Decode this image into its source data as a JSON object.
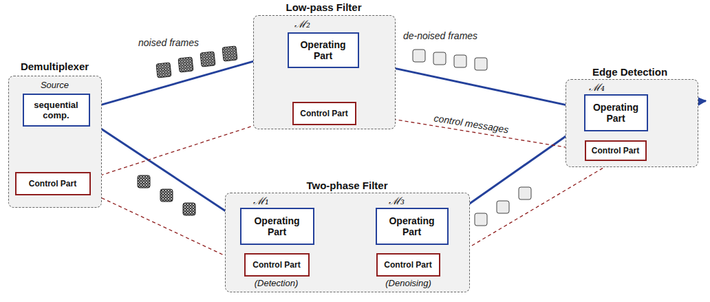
{
  "diagram": {
    "nodes": [
      {
        "text": [
          "Demultiplexer",
          "Source"
        ]
      },
      {
        "text": [
          "sequential comp."
        ],
        "in": 0
      },
      {
        "text": [
          "Control Part"
        ],
        "in": 0
      },
      {
        "text": [
          "Low-pass Filter",
          "ℳ₂"
        ]
      },
      {
        "text": [
          "Operating Part"
        ],
        "in": 3
      },
      {
        "text": [
          "Control Part"
        ],
        "in": 3
      },
      {
        "text": [
          "Two-phase Filter",
          "ℳ₁",
          "ℳ₃",
          "(Detection)",
          "(Denoising)"
        ]
      },
      {
        "text": [
          "Operating Part"
        ],
        "in": 6
      },
      {
        "text": [
          "Operating Part"
        ],
        "in": 6
      },
      {
        "text": [
          "Control Part"
        ],
        "in": 6
      },
      {
        "text": [
          "Control Part"
        ],
        "in": 6
      },
      {
        "text": [
          "Edge Detection",
          "ℳ₄"
        ]
      },
      {
        "text": [
          "Operating Part"
        ],
        "in": 11
      },
      {
        "text": [
          "Control Part"
        ],
        "in": 11
      }
    ],
    "edges": [
      {
        "from": 1,
        "to": 4,
        "label": "noised frames",
        "arrow": "to"
      },
      {
        "from": 1,
        "to": 7,
        "arrow": "to"
      },
      {
        "from": 4,
        "to": 12,
        "label": "de-noised frames",
        "arrow": "to"
      },
      {
        "from": 7,
        "to": 8,
        "arrow": "to"
      },
      {
        "from": 8,
        "to": 12,
        "arrow": "to"
      },
      {
        "from": 1,
        "to": 2,
        "arrow": "to"
      },
      {
        "from": 2,
        "to": 1,
        "arrow": "to"
      },
      {
        "from": 4,
        "to": 5,
        "arrow": "to"
      },
      {
        "from": 5,
        "to": 4,
        "arrow": "to"
      },
      {
        "from": 7,
        "to": 9,
        "arrow": "to"
      },
      {
        "from": 9,
        "to": 7,
        "arrow": "to"
      },
      {
        "from": 8,
        "to": 10,
        "arrow": "to"
      },
      {
        "from": 10,
        "to": 8,
        "arrow": "to"
      },
      {
        "from": 12,
        "to": 13,
        "arrow": "to"
      },
      {
        "from": 13,
        "to": 12,
        "arrow": "to"
      },
      {
        "from": 5,
        "to": 2,
        "arrow": "both"
      },
      {
        "from": 5,
        "to": 13,
        "label": "control messages",
        "arrow": "both"
      },
      {
        "from": 2,
        "to": 9,
        "arrow": "both"
      },
      {
        "from": 9,
        "to": 10,
        "arrow": "both"
      },
      {
        "from": 10,
        "to": 13,
        "arrow": "both"
      }
    ]
  }
}
